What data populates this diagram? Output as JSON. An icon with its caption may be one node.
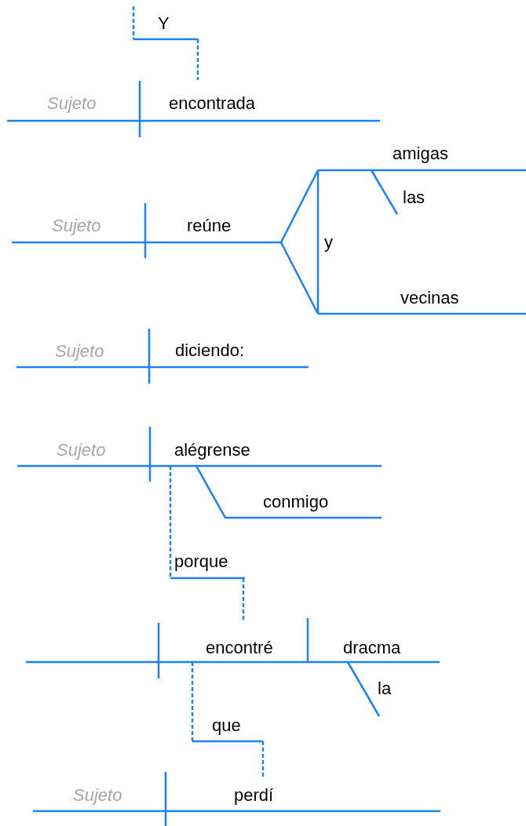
{
  "diagram": {
    "labels": [
      "Y",
      "Sujeto",
      "encontrada",
      "amigas",
      "Sujeto",
      "reúne",
      "las",
      "y",
      "vecinas",
      "Sujeto",
      "diciendo:",
      "Sujeto",
      "alégrense",
      "conmigo",
      "porque",
      "encontré",
      "dracma",
      "la",
      "que",
      "Sujeto",
      "perdí"
    ]
  }
}
